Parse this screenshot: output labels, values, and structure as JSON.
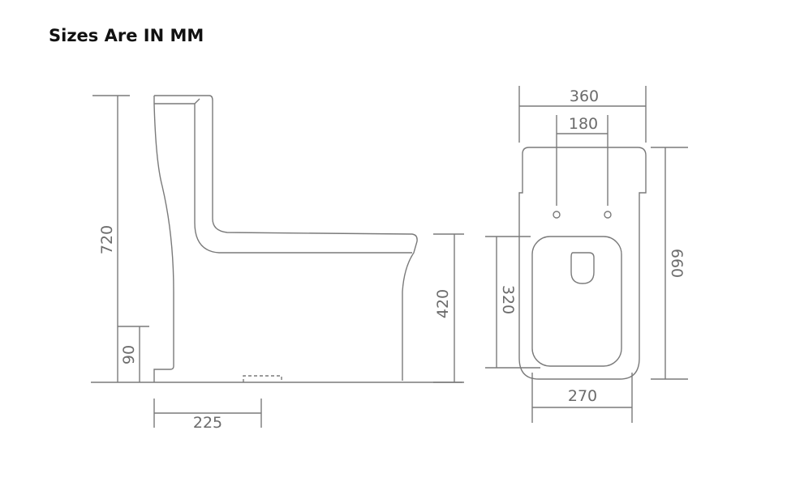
{
  "title": "Sizes Are IN MM",
  "colors": {
    "line": "#7a7a7a",
    "text": "#6b6b6b",
    "title": "#111111",
    "background": "#ffffff"
  },
  "side_view": {
    "dimensions": {
      "overall_height": "720",
      "floor_to_outlet": "90",
      "rough_in": "225",
      "seat_height": "420"
    }
  },
  "top_view": {
    "dimensions": {
      "overall_width": "360",
      "hole_spacing": "180",
      "overall_length": "660",
      "seat_length": "320",
      "bowl_width": "270"
    }
  }
}
